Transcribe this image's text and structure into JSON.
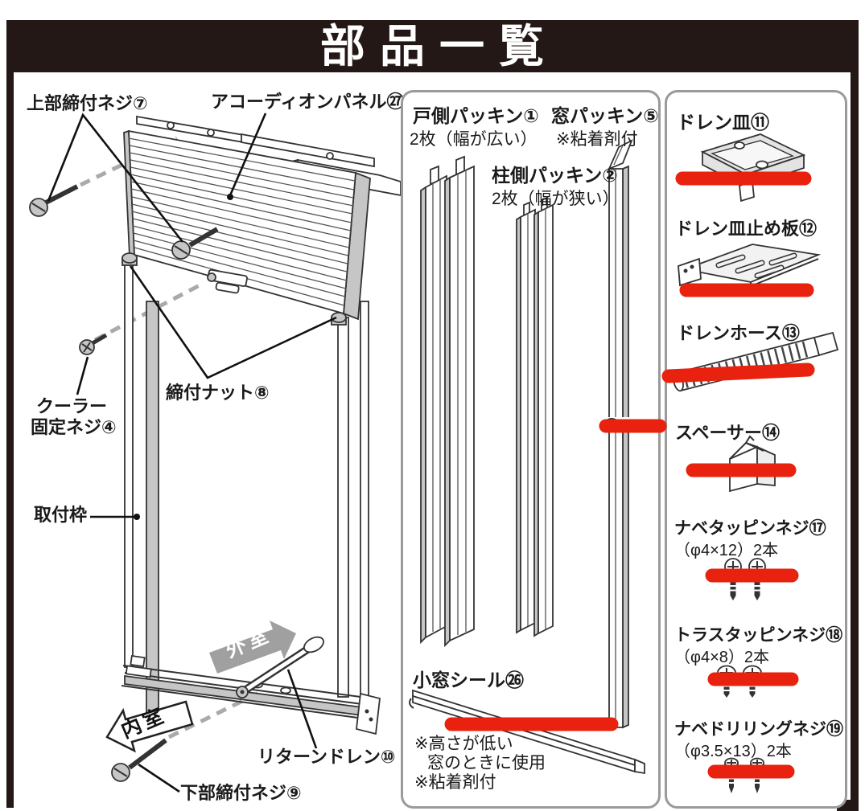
{
  "title": "部品一覧",
  "diagram": {
    "top_screw_label": "上部締付ネジ⑦",
    "accordion_panel_label": "アコーディオンパネル㉗",
    "tightening_nut_label": "締付ナット⑧",
    "cooler_screw_label_line1": "クーラー",
    "cooler_screw_label_line2": "固定ネジ④",
    "mounting_frame_label": "取付枠",
    "outside_label": "外室",
    "inside_label": "内室",
    "return_drain_label": "リターンドレン⑩",
    "bottom_screw_label": "下部締付ネジ⑨"
  },
  "middle_panel": {
    "door_packing": {
      "name": "戸側パッキン①",
      "note": "2枚（幅が広い）"
    },
    "window_packing": {
      "name": "窓パッキン⑤",
      "note": "※粘着剤付"
    },
    "pillar_packing": {
      "name": "柱側パッキン②",
      "note": "2枚（幅が狭い）"
    },
    "small_window_seal": {
      "name": "小窓シール㉖",
      "note1": "※高さが低い",
      "note2": "窓のときに使用",
      "note3": "※粘着剤付"
    }
  },
  "right_panel": {
    "drain_pan": "ドレン皿⑪",
    "drain_pan_plate": "ドレン皿止め板⑫",
    "drain_hose": "ドレンホース⑬",
    "spacer": "スペーサー⑭",
    "pan_tapping_screw": {
      "name": "ナベタッピンネジ⑰",
      "spec": "（φ4×12）2本"
    },
    "truss_tapping_screw": {
      "name": "トラスタッピンネジ⑱",
      "spec": "（φ4×8）2本"
    },
    "pan_drilling_screw": {
      "name": "ナベドリリングネジ⑲",
      "spec": "（φ3.5×13）2本"
    }
  },
  "colors": {
    "strikethrough_red": "#e8220e",
    "banner_black": "#231815",
    "panel_border_gray": "#9a9a9a"
  }
}
